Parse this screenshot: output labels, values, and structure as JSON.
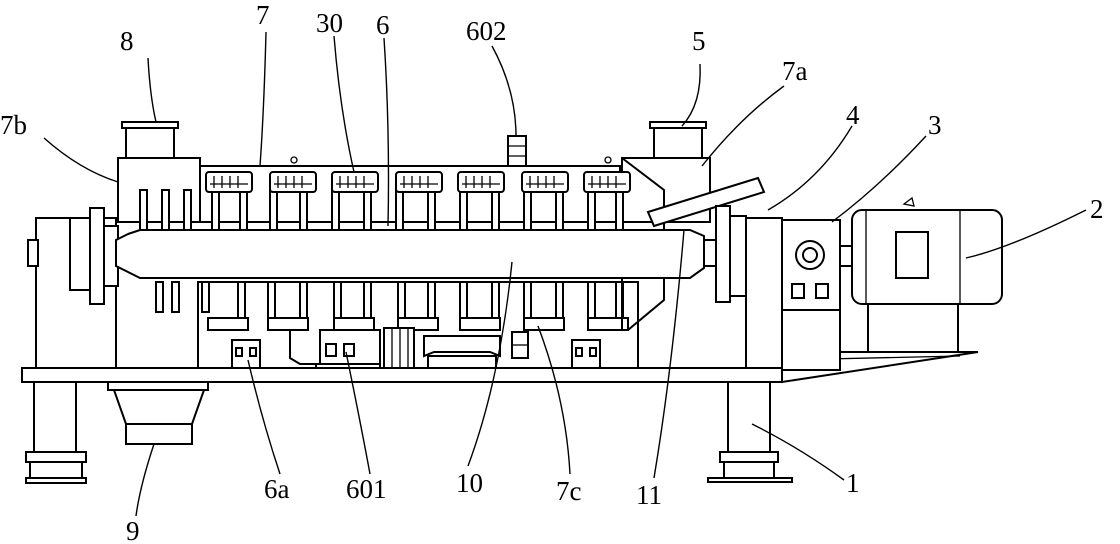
{
  "labels": {
    "l8": "8",
    "l7": "7",
    "l30": "30",
    "l6": "6",
    "l602": "602",
    "l5": "5",
    "l7a": "7a",
    "l7b": "7b",
    "l4": "4",
    "l3": "3",
    "l2": "2",
    "l1": "1",
    "l6a": "6a",
    "l601": "601",
    "l10": "10",
    "l7c": "7c",
    "l11": "11",
    "l9": "9"
  }
}
